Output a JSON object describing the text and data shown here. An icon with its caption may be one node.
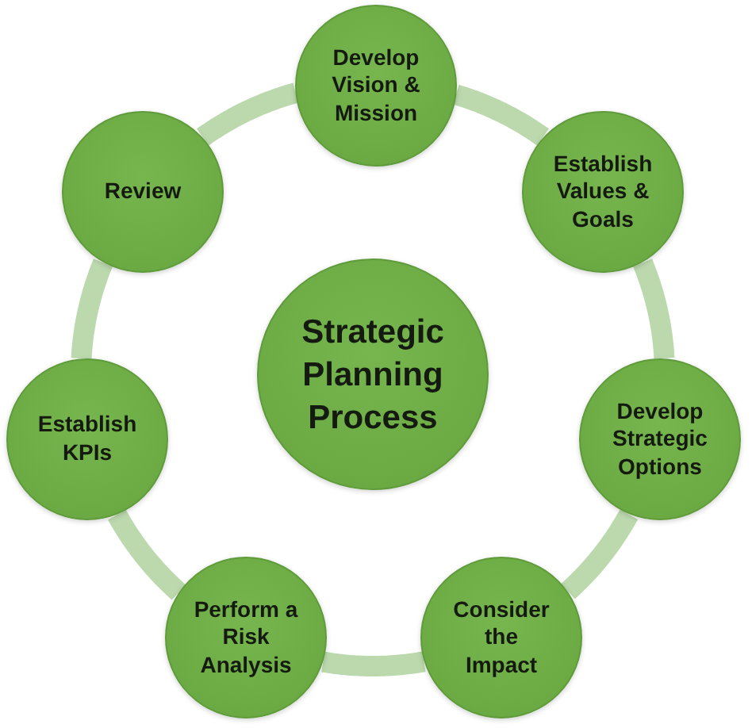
{
  "diagram": {
    "nodes": [
      {
        "text": [
          "Strategic Planning Process"
        ]
      },
      {
        "text": [
          "Develop Vision & Mission"
        ]
      },
      {
        "text": [
          "Establish Values & Goals"
        ]
      },
      {
        "text": [
          "Develop Strategic Options"
        ]
      },
      {
        "text": [
          "Consider the Impact"
        ]
      },
      {
        "text": [
          "Perform a Risk Analysis"
        ]
      },
      {
        "text": [
          "Establish KPIs"
        ]
      },
      {
        "text": [
          "Review"
        ]
      }
    ],
    "edges": [
      {
        "from": 1,
        "to": 2,
        "arrow": "none"
      },
      {
        "from": 2,
        "to": 3,
        "arrow": "none"
      },
      {
        "from": 3,
        "to": 4,
        "arrow": "none"
      },
      {
        "from": 4,
        "to": 5,
        "arrow": "none"
      },
      {
        "from": 5,
        "to": 6,
        "arrow": "none"
      },
      {
        "from": 6,
        "to": 7,
        "arrow": "none"
      },
      {
        "from": 7,
        "to": 1,
        "arrow": "none"
      }
    ]
  }
}
